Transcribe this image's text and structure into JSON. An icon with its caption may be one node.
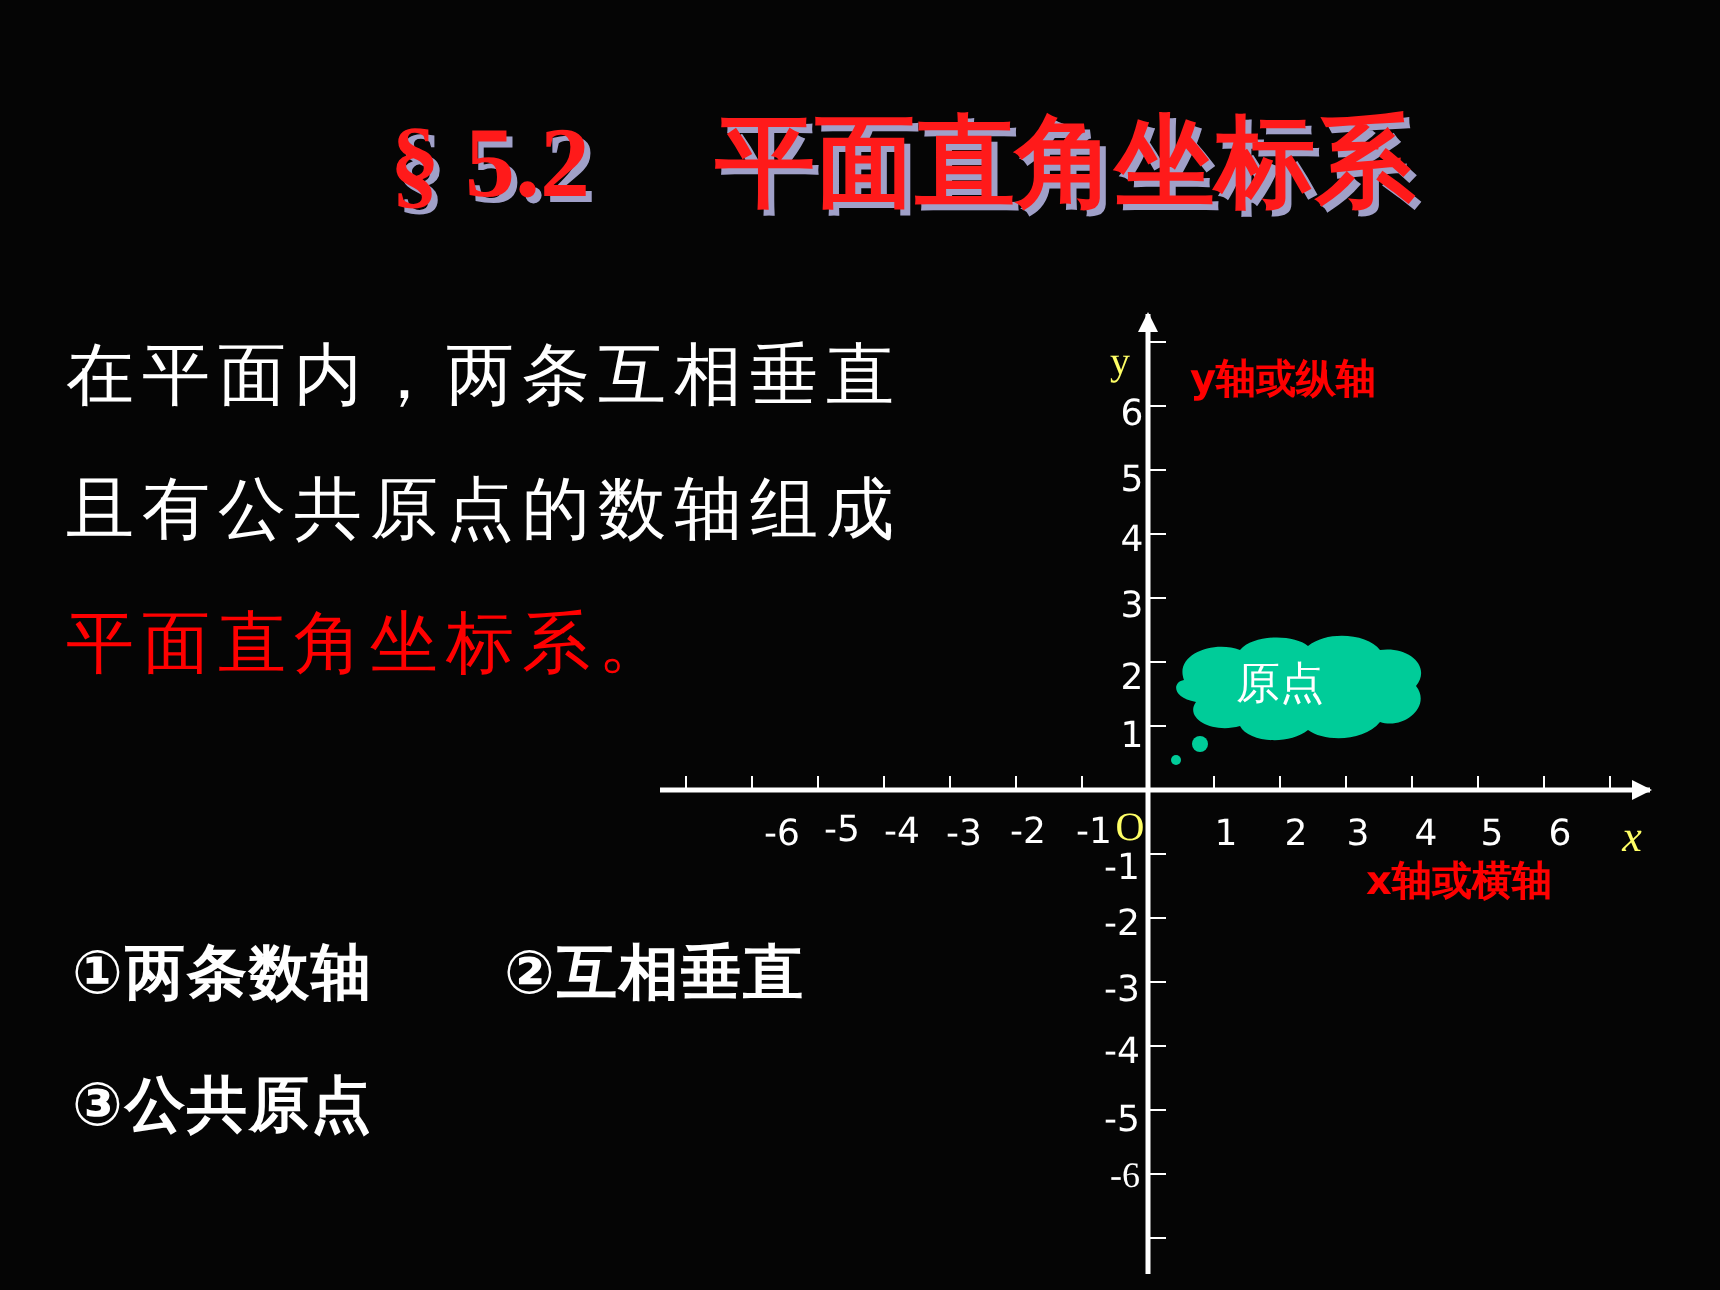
{
  "diagram": {
    "title": "§ 5.2　 平面直角坐标系",
    "nodes": [
      {
        "text": [
          "原点"
        ]
      }
    ],
    "edges": [],
    "labels": [
      "在平面内，两条互相垂直且有公共原点的数轴组成",
      "平面直角坐标系。",
      "y",
      "y轴或纵轴",
      "6",
      "5",
      "4",
      "3",
      "2",
      "1",
      "-6",
      "-5",
      "-4",
      "-3",
      "-2",
      "-1",
      "O",
      "1",
      "2",
      "3",
      "4",
      "5",
      "6",
      "x",
      "-1",
      "x轴或横轴",
      "-2",
      "-3",
      "-4",
      "-5",
      "-6",
      "①两条数轴",
      "②互相垂直",
      "③公共原点"
    ]
  }
}
